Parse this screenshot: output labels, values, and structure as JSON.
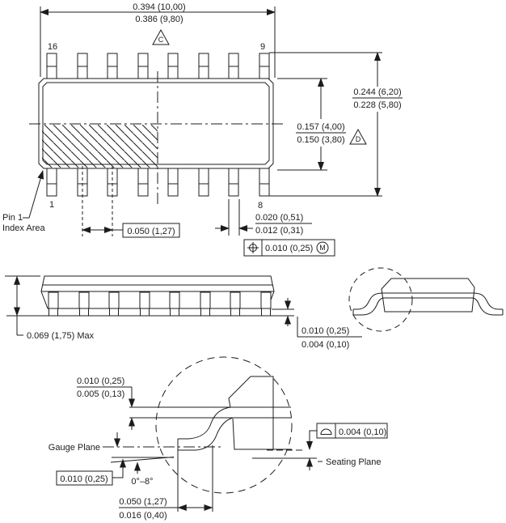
{
  "drawing": {
    "ink_color": "#1c1c1c",
    "background_color": "#ffffff",
    "top_view": {
      "pin_top_left": "16",
      "pin_top_right": "9",
      "pin_bottom_left": "1",
      "pin_bottom_right": "8",
      "dim_package_length_max": "0.394 (10,00)",
      "dim_package_length_min": "0.386 (9,80)",
      "flag_package_length": "C",
      "dim_lead_span_max": "0.244 (6,20)",
      "dim_lead_span_min": "0.228 (5,80)",
      "dim_body_width_max": "0.157 (4,00)",
      "dim_body_width_min": "0.150 (3,80)",
      "flag_body_width": "D",
      "dim_lead_pitch": "0.050 (1,27)",
      "dim_lead_width_max": "0.020 (0,51)",
      "dim_lead_width_min": "0.012 (0,31)",
      "position_tolerance_value": "0.010 (0,25)",
      "position_tolerance_modifier": "M",
      "pin1_label_line1": "Pin 1",
      "pin1_label_line2": "Index Area"
    },
    "side_view": {
      "dim_height": "0.069 (1,75) Max",
      "dim_standoff_max": "0.010 (0,25)",
      "dim_standoff_min": "0.004 (0,10)"
    },
    "detail_view": {
      "dim_lead_thickness_max": "0.010 (0,25)",
      "dim_lead_thickness_min": "0.005 (0,13)",
      "label_gauge_plane": "Gauge Plane",
      "dim_gauge_to_seating": "0.010 (0,25)",
      "dim_lead_angle": "0°–8°",
      "dim_foot_length_max": "0.050 (1,27)",
      "dim_foot_length_min": "0.016 (0,40)",
      "label_seating_plane": "Seating Plane",
      "seating_tolerance_value": "0.004 (0,10)"
    }
  }
}
